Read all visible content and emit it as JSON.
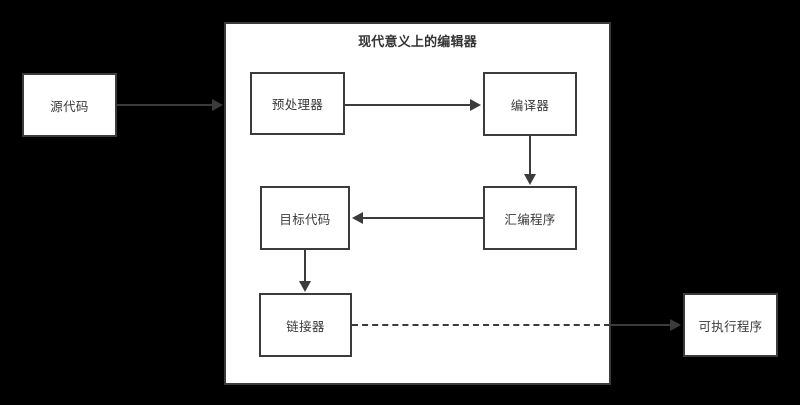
{
  "diagram": {
    "title": "现代意义上的编辑器",
    "background_color": "#000000",
    "container_fill": "#ffffff",
    "border_color": "#3b3b3b",
    "text_color": "#3a3a3a",
    "nodes": [
      {
        "id": "source",
        "label": "源代码",
        "inside_container": false
      },
      {
        "id": "preprocessor",
        "label": "预处理器",
        "inside_container": true
      },
      {
        "id": "compiler",
        "label": "编译器",
        "inside_container": true
      },
      {
        "id": "assembler",
        "label": "汇编程序",
        "inside_container": true
      },
      {
        "id": "objectcode",
        "label": "目标代码",
        "inside_container": true
      },
      {
        "id": "linker",
        "label": "链接器",
        "inside_container": true
      },
      {
        "id": "executable",
        "label": "可执行程序",
        "inside_container": false
      }
    ],
    "edges": [
      {
        "from": "source",
        "to": "preprocessor",
        "style": "solid",
        "direction": "right"
      },
      {
        "from": "preprocessor",
        "to": "compiler",
        "style": "solid",
        "direction": "right"
      },
      {
        "from": "compiler",
        "to": "assembler",
        "style": "solid",
        "direction": "down"
      },
      {
        "from": "assembler",
        "to": "objectcode",
        "style": "solid",
        "direction": "left"
      },
      {
        "from": "objectcode",
        "to": "linker",
        "style": "solid",
        "direction": "down"
      },
      {
        "from": "linker",
        "to": "executable",
        "style": "dashed",
        "direction": "right"
      }
    ]
  }
}
